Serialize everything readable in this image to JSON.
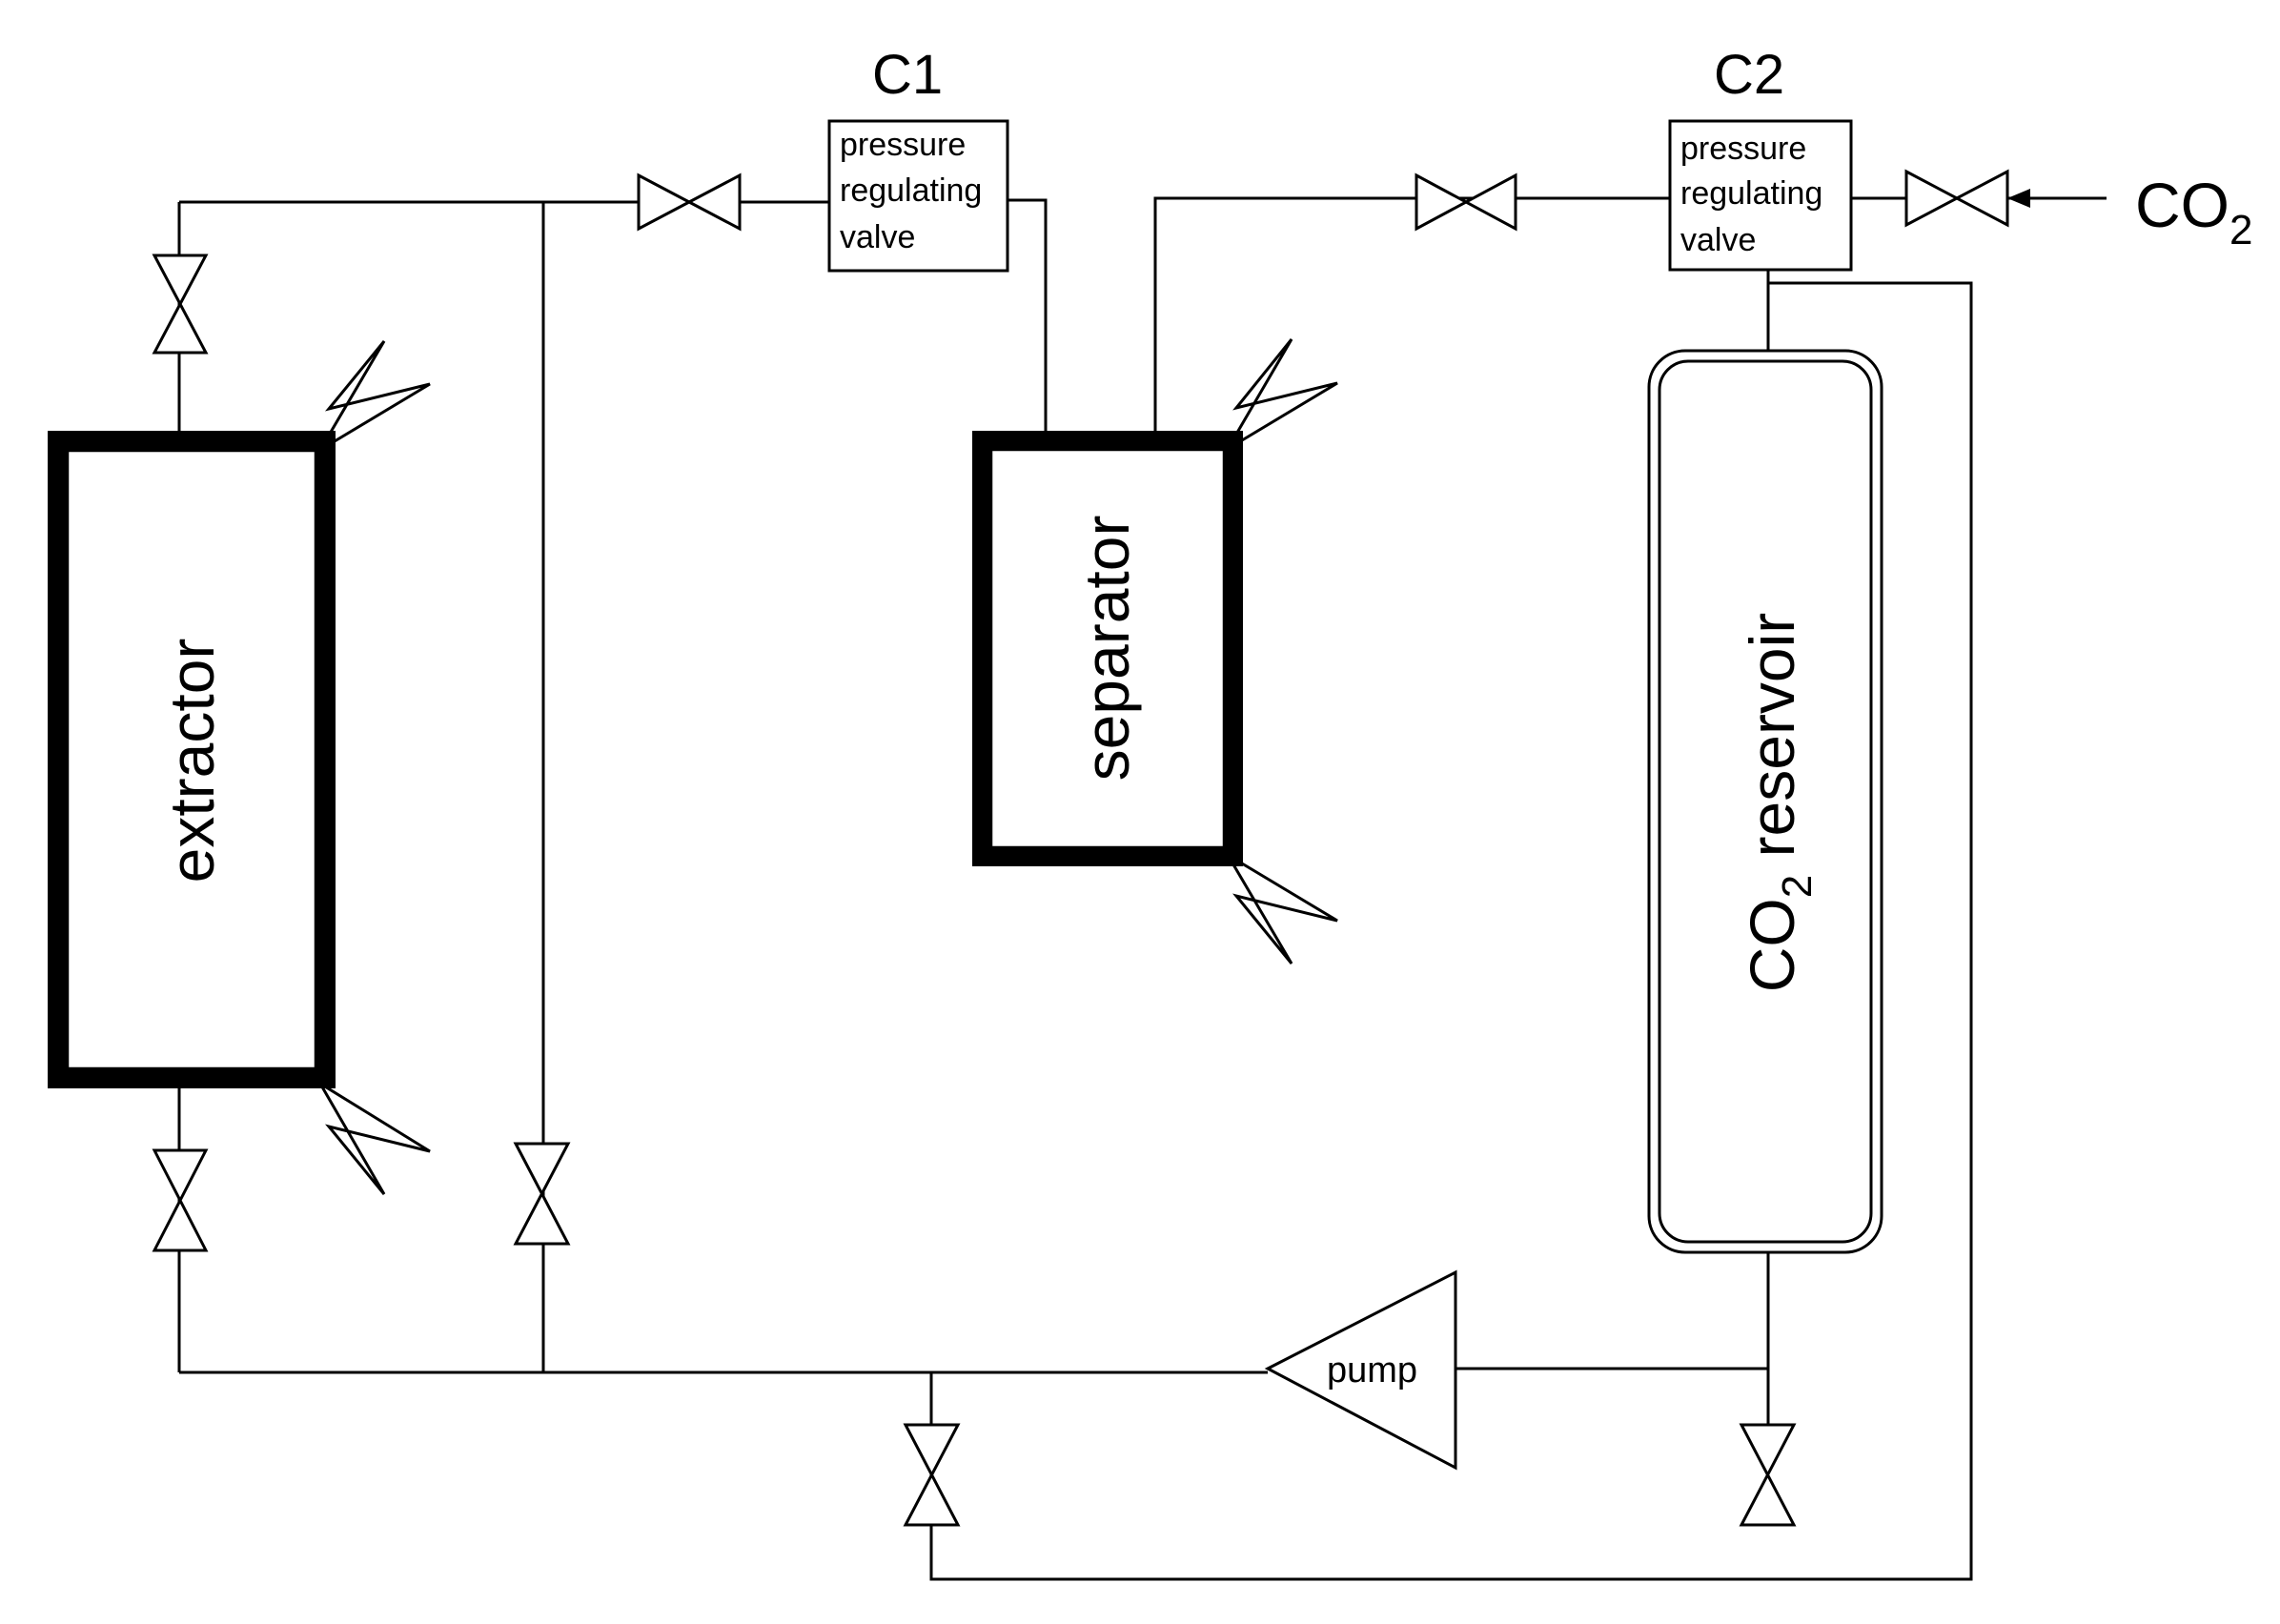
{
  "controllers": [
    {
      "id": "C1",
      "label": "C1",
      "lines": [
        "pressure",
        "regulating",
        "valve"
      ]
    },
    {
      "id": "C2",
      "label": "C2",
      "lines": [
        "pressure",
        "regulating",
        "valve"
      ]
    }
  ],
  "vessels": {
    "extractor": {
      "label": "extractor"
    },
    "separator": {
      "label": "separator"
    },
    "reservoir": {
      "label_main": "CO",
      "label_sub": "2",
      "label_tail": " reservoir"
    }
  },
  "pump": {
    "label": "pump"
  },
  "feed": {
    "label_main": "CO",
    "label_sub": "2"
  }
}
